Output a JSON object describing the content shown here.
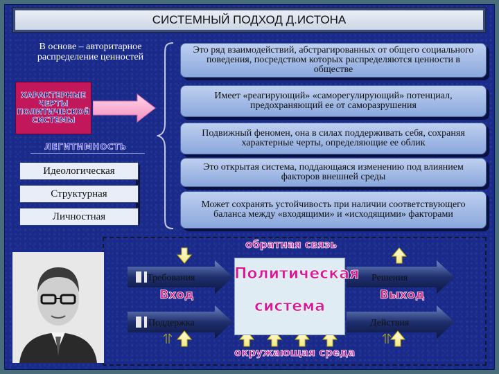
{
  "title": "СИСТЕМНЫЙ ПОДХОД Д.ИСТОНА",
  "intro": "В основе – авторитарное распределение ценностей",
  "characteristics_label": "ХАРАКТЕРНЫЕ ЧЕРТЫ ПОЛИТИЧЕСКОЙ СИСТЕМЫ",
  "legitimacy_label": "ЛЕГИТИМНОСТЬ",
  "types": [
    "Идеологическая",
    "Структурная",
    "Личностная"
  ],
  "features": [
    "Это ряд взаимодействий, абстрагированных от общего социального поведения, посредством которых распределяются ценности в обществе",
    "Имеет «реагирующий» «саморегулирующий» потенциал, предохраняющий ее от саморазрушения",
    "Подвижный феномен, она в силах поддерживать себя, сохраняя характерные черты, определяющие ее облик",
    "Это открытая система, поддающаяся изменению под влиянием факторов внешней среды",
    "Может сохранять устойчивость при наличии соответствующего баланса между «входящими» и «исходящими» факторами"
  ],
  "diagram": {
    "feedback": "обратная связь",
    "environment": "окружающая среда",
    "input": "Вход",
    "output": "Выход",
    "system_line1": "Политическая",
    "system_line2": "система",
    "demands": "Требования",
    "support": "Поддержка",
    "decisions": "Решения",
    "actions": "Действия"
  },
  "colors": {
    "background": "#1a2a8a",
    "accent_magenta": "#c2185b",
    "feature_fill": "#a9bde6",
    "arrow_blue": "#1f2f6e"
  }
}
